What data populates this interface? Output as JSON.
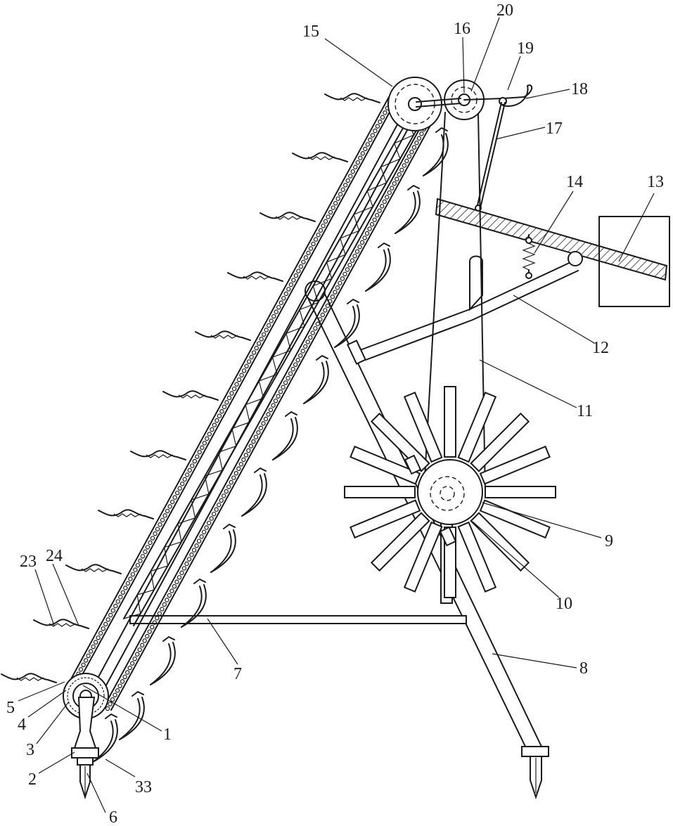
{
  "figure": {
    "callouts": [
      {
        "id": "c1",
        "text": "1"
      },
      {
        "id": "c2",
        "text": "2"
      },
      {
        "id": "c3",
        "text": "3"
      },
      {
        "id": "c4",
        "text": "4"
      },
      {
        "id": "c5",
        "text": "5"
      },
      {
        "id": "c6",
        "text": "6"
      },
      {
        "id": "c7",
        "text": "7"
      },
      {
        "id": "c8",
        "text": "8"
      },
      {
        "id": "c9",
        "text": "9"
      },
      {
        "id": "c10",
        "text": "10"
      },
      {
        "id": "c11",
        "text": "11"
      },
      {
        "id": "c12",
        "text": "12"
      },
      {
        "id": "c13",
        "text": "13"
      },
      {
        "id": "c14",
        "text": "14"
      },
      {
        "id": "c15",
        "text": "15"
      },
      {
        "id": "c16",
        "text": "16"
      },
      {
        "id": "c17",
        "text": "17"
      },
      {
        "id": "c18",
        "text": "18"
      },
      {
        "id": "c19",
        "text": "19"
      },
      {
        "id": "c20",
        "text": "20"
      },
      {
        "id": "c23",
        "text": "23"
      },
      {
        "id": "c24",
        "text": "24"
      },
      {
        "id": "c33",
        "text": "33"
      }
    ]
  }
}
